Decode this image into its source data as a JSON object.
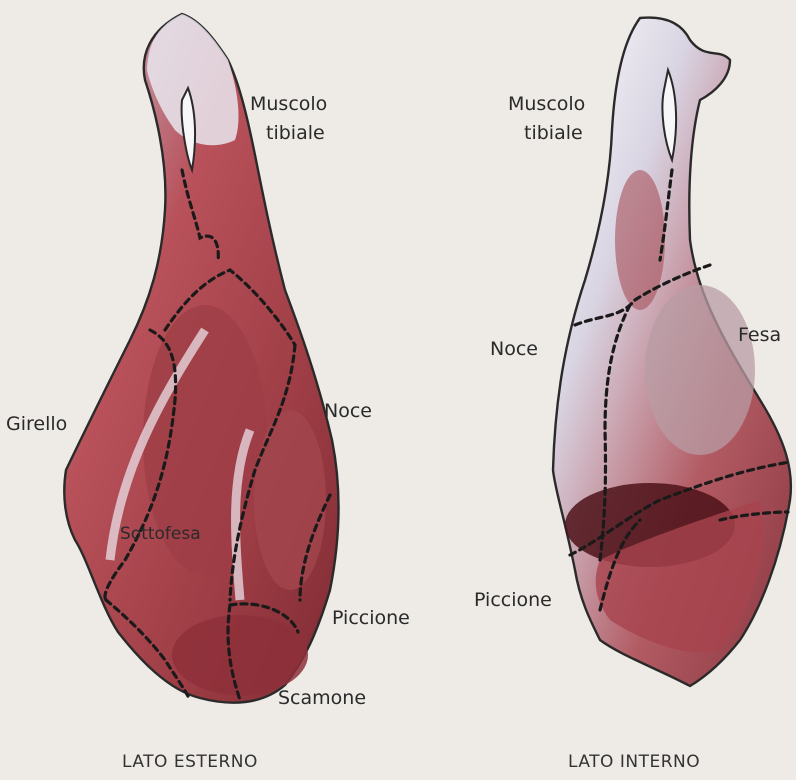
{
  "left_figure": {
    "caption": "LATO ESTERNO",
    "labels": {
      "muscolo_tibiale_line1": "Muscolo",
      "muscolo_tibiale_line2": "tibiale",
      "girello": "Girello",
      "noce": "Noce",
      "sottofesa": "Sottofesa",
      "piccione": "Piccione",
      "scamone": "Scamone"
    }
  },
  "right_figure": {
    "caption": "LATO INTERNO",
    "labels": {
      "muscolo_tibiale_line1": "Muscolo",
      "muscolo_tibiale_line2": "tibiale",
      "noce": "Noce",
      "fesa": "Fesa",
      "piccione": "Piccione"
    }
  },
  "colors": {
    "background": "#eeebe6",
    "meat_red": "#a8474a",
    "meat_dark": "#5e1f25",
    "fat_white": "#f4f2f5",
    "sinew_lilac": "#b9b3c9",
    "cut_line": "#1a1a1a"
  }
}
